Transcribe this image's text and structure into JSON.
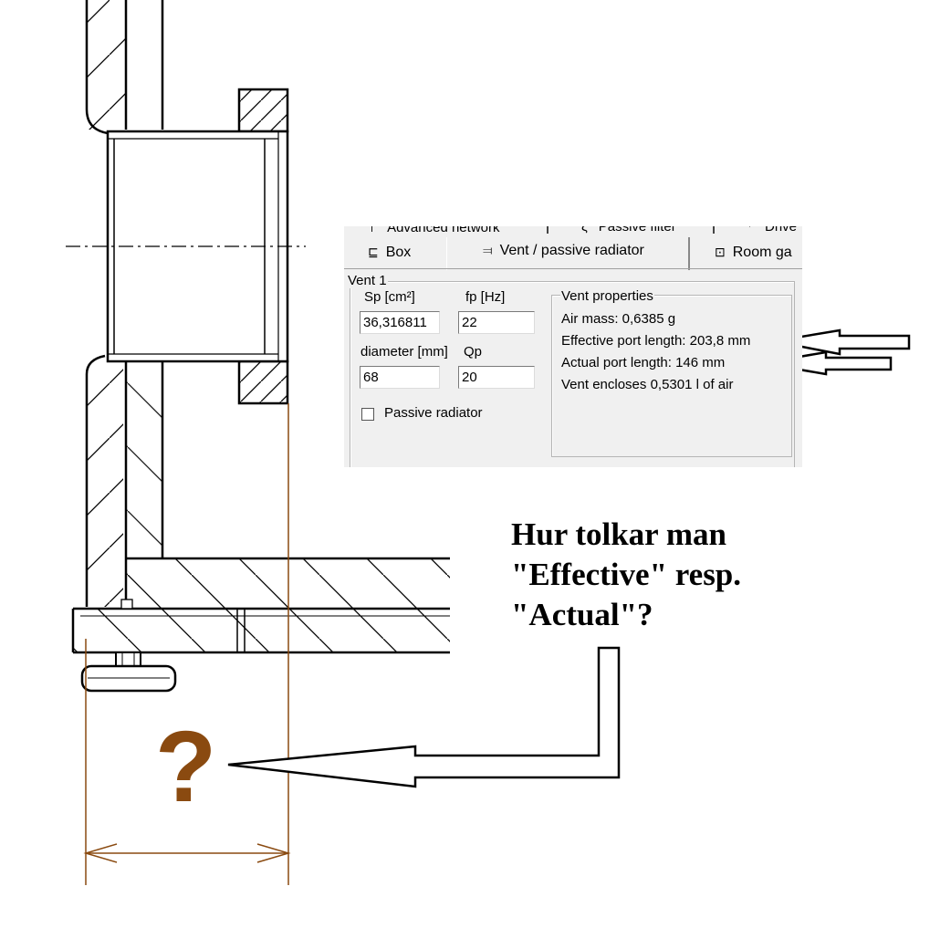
{
  "tabs_row1": [
    "Advanced network",
    "Passive filter",
    "Drive"
  ],
  "tabs_row2": [
    {
      "label": "Box",
      "icon": "box-icon"
    },
    {
      "label": "Vent / passive radiator",
      "icon": "vent-icon",
      "active": true
    },
    {
      "label": "Room ga",
      "icon": "room-icon"
    }
  ],
  "vent": {
    "group_label": "Vent 1",
    "sp_label": "Sp [cm²]",
    "sp_value": "36,316811",
    "fp_label": "fp [Hz]",
    "fp_value": "22",
    "diameter_label": "diameter [mm]",
    "diameter_value": "68",
    "qp_label": "Qp",
    "qp_value": "20",
    "passive_radiator_label": "Passive radiator",
    "passive_radiator_checked": false
  },
  "vent_properties": {
    "group_label": "Vent properties",
    "air_mass": "Air mass: 0,6385 g",
    "effective_length": "Effective port length: 203,8 mm",
    "actual_length": "Actual port length: 146 mm",
    "encloses": "Vent encloses 0,5301 l of air"
  },
  "question": {
    "line1": "Hur tolkar man",
    "line2": "\"Effective\" resp.",
    "line3": "\"Actual\"?"
  },
  "unknown_mark": "?",
  "colors": {
    "dimension": "#8a4a10",
    "panel_bg": "#f0f0f0",
    "line": "#000000"
  }
}
